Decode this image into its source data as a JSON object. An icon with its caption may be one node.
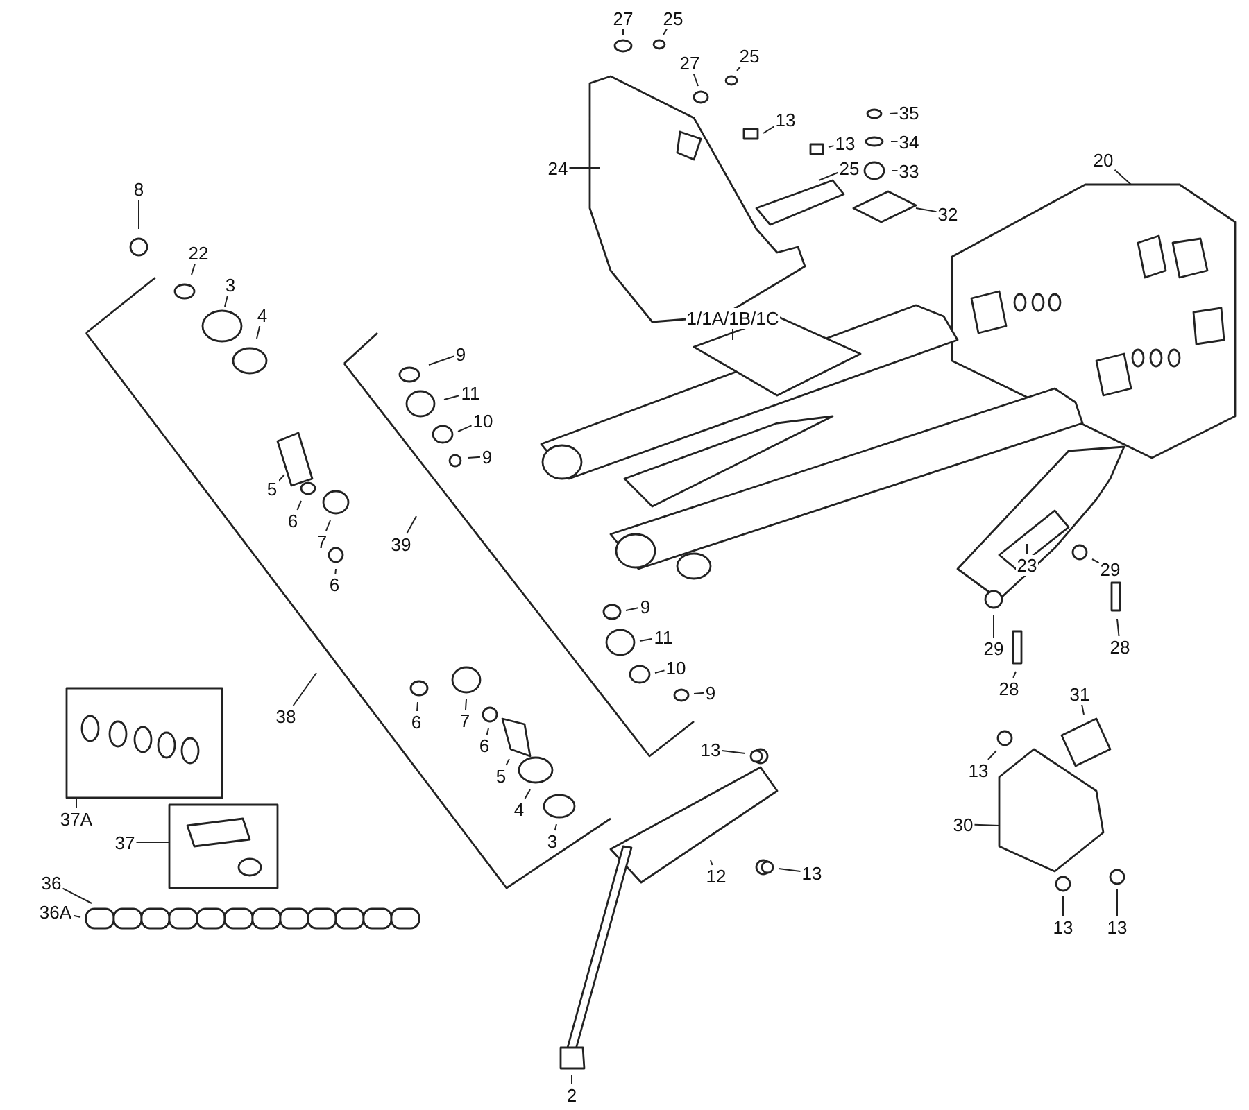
{
  "diagram": {
    "nodes": [
      {
        "text": [
          "27"
        ]
      },
      {
        "text": [
          "25"
        ]
      },
      {
        "text": [
          "27"
        ]
      },
      {
        "text": [
          "25"
        ]
      },
      {
        "text": [
          "24"
        ]
      },
      {
        "text": [
          "13"
        ]
      },
      {
        "text": [
          "13"
        ]
      },
      {
        "text": [
          "25"
        ]
      },
      {
        "text": [
          "35"
        ]
      },
      {
        "text": [
          "34"
        ]
      },
      {
        "text": [
          "33"
        ]
      },
      {
        "text": [
          "32"
        ]
      },
      {
        "text": [
          "20"
        ]
      },
      {
        "text": [
          "1/1A/1B/1C"
        ]
      },
      {
        "text": [
          "8"
        ]
      },
      {
        "text": [
          "22"
        ]
      },
      {
        "text": [
          "3"
        ]
      },
      {
        "text": [
          "4"
        ]
      },
      {
        "text": [
          "9"
        ]
      },
      {
        "text": [
          "11"
        ]
      },
      {
        "text": [
          "10"
        ]
      },
      {
        "text": [
          "9"
        ]
      },
      {
        "text": [
          "5"
        ]
      },
      {
        "text": [
          "6"
        ]
      },
      {
        "text": [
          "7"
        ]
      },
      {
        "text": [
          "39"
        ]
      },
      {
        "text": [
          "6"
        ]
      },
      {
        "text": [
          "9"
        ]
      },
      {
        "text": [
          "11"
        ]
      },
      {
        "text": [
          "10"
        ]
      },
      {
        "text": [
          "9"
        ]
      },
      {
        "text": [
          "23"
        ]
      },
      {
        "text": [
          "29"
        ]
      },
      {
        "text": [
          "29"
        ]
      },
      {
        "text": [
          "28"
        ]
      },
      {
        "text": [
          "28"
        ]
      },
      {
        "text": [
          "38"
        ]
      },
      {
        "text": [
          "6"
        ]
      },
      {
        "text": [
          "7"
        ]
      },
      {
        "text": [
          "6"
        ]
      },
      {
        "text": [
          "5"
        ]
      },
      {
        "text": [
          "4"
        ]
      },
      {
        "text": [
          "3"
        ]
      },
      {
        "text": [
          "31"
        ]
      },
      {
        "text": [
          "13"
        ]
      },
      {
        "text": [
          "13"
        ]
      },
      {
        "text": [
          "30"
        ]
      },
      {
        "text": [
          "13"
        ]
      },
      {
        "text": [
          "12"
        ]
      },
      {
        "text": [
          "13"
        ]
      },
      {
        "text": [
          "13"
        ]
      },
      {
        "text": [
          "37A"
        ]
      },
      {
        "text": [
          "37"
        ]
      },
      {
        "text": [
          "36"
        ]
      },
      {
        "text": [
          "36A"
        ]
      },
      {
        "text": [
          "2"
        ]
      }
    ],
    "edges": [
      {
        "from": 0,
        "to": null,
        "arrow": "none"
      },
      {
        "from": 1,
        "to": null,
        "arrow": "none"
      },
      {
        "from": 2,
        "to": null,
        "arrow": "none"
      },
      {
        "from": 3,
        "to": null,
        "arrow": "none"
      },
      {
        "from": 4,
        "to": null,
        "arrow": "none"
      },
      {
        "from": 5,
        "to": null,
        "arrow": "none"
      },
      {
        "from": 6,
        "to": null,
        "arrow": "none"
      },
      {
        "from": 7,
        "to": null,
        "arrow": "none"
      },
      {
        "from": 8,
        "to": null,
        "arrow": "none"
      },
      {
        "from": 9,
        "to": null,
        "arrow": "none"
      },
      {
        "from": 10,
        "to": null,
        "arrow": "none"
      },
      {
        "from": 11,
        "to": null,
        "arrow": "none"
      },
      {
        "from": 12,
        "to": null,
        "arrow": "none"
      },
      {
        "from": 13,
        "to": null,
        "arrow": "none"
      },
      {
        "from": 14,
        "to": null,
        "arrow": "none"
      },
      {
        "from": 15,
        "to": null,
        "arrow": "none"
      },
      {
        "from": 16,
        "to": null,
        "arrow": "none"
      },
      {
        "from": 17,
        "to": null,
        "arrow": "none"
      },
      {
        "from": 18,
        "to": null,
        "arrow": "none"
      },
      {
        "from": 19,
        "to": null,
        "arrow": "none"
      },
      {
        "from": 20,
        "to": null,
        "arrow": "none"
      },
      {
        "from": 21,
        "to": null,
        "arrow": "none"
      },
      {
        "from": 22,
        "to": null,
        "arrow": "none"
      },
      {
        "from": 23,
        "to": null,
        "arrow": "none"
      },
      {
        "from": 24,
        "to": null,
        "arrow": "none"
      },
      {
        "from": 25,
        "to": null,
        "arrow": "none"
      },
      {
        "from": 26,
        "to": null,
        "arrow": "none"
      },
      {
        "from": 27,
        "to": null,
        "arrow": "none"
      },
      {
        "from": 28,
        "to": null,
        "arrow": "none"
      },
      {
        "from": 29,
        "to": null,
        "arrow": "none"
      },
      {
        "from": 30,
        "to": null,
        "arrow": "none"
      },
      {
        "from": 31,
        "to": null,
        "arrow": "none"
      },
      {
        "from": 32,
        "to": null,
        "arrow": "none"
      },
      {
        "from": 33,
        "to": null,
        "arrow": "none"
      },
      {
        "from": 34,
        "to": null,
        "arrow": "none"
      },
      {
        "from": 35,
        "to": null,
        "arrow": "none"
      },
      {
        "from": 36,
        "to": null,
        "arrow": "none"
      },
      {
        "from": 37,
        "to": null,
        "arrow": "none"
      },
      {
        "from": 38,
        "to": null,
        "arrow": "none"
      },
      {
        "from": 39,
        "to": null,
        "arrow": "none"
      },
      {
        "from": 40,
        "to": null,
        "arrow": "none"
      },
      {
        "from": 41,
        "to": null,
        "arrow": "none"
      },
      {
        "from": 42,
        "to": null,
        "arrow": "none"
      },
      {
        "from": 43,
        "to": null,
        "arrow": "none"
      },
      {
        "from": 44,
        "to": null,
        "arrow": "none"
      },
      {
        "from": 45,
        "to": null,
        "arrow": "none"
      },
      {
        "from": 46,
        "to": null,
        "arrow": "none"
      },
      {
        "from": 47,
        "to": null,
        "arrow": "none"
      },
      {
        "from": 48,
        "to": null,
        "arrow": "none"
      },
      {
        "from": 49,
        "to": null,
        "arrow": "none"
      },
      {
        "from": 50,
        "to": null,
        "arrow": "none"
      },
      {
        "from": 51,
        "to": null,
        "arrow": "none"
      },
      {
        "from": 52,
        "to": null,
        "arrow": "none"
      },
      {
        "from": 53,
        "to": null,
        "arrow": "none"
      },
      {
        "from": 54,
        "to": null,
        "arrow": "none"
      },
      {
        "from": 55,
        "to": null,
        "arrow": "none"
      }
    ]
  }
}
